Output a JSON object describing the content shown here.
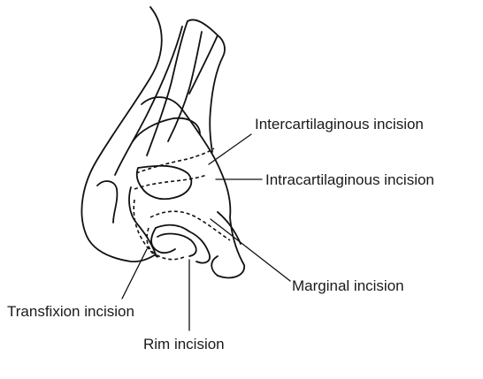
{
  "labels": {
    "intercartilaginous": "Intercartilaginous incision",
    "intracartilaginous": "Intracartilaginous incision",
    "marginal": "Marginal incision",
    "transfixion": "Transfixion incision",
    "rim": "Rim incision"
  }
}
